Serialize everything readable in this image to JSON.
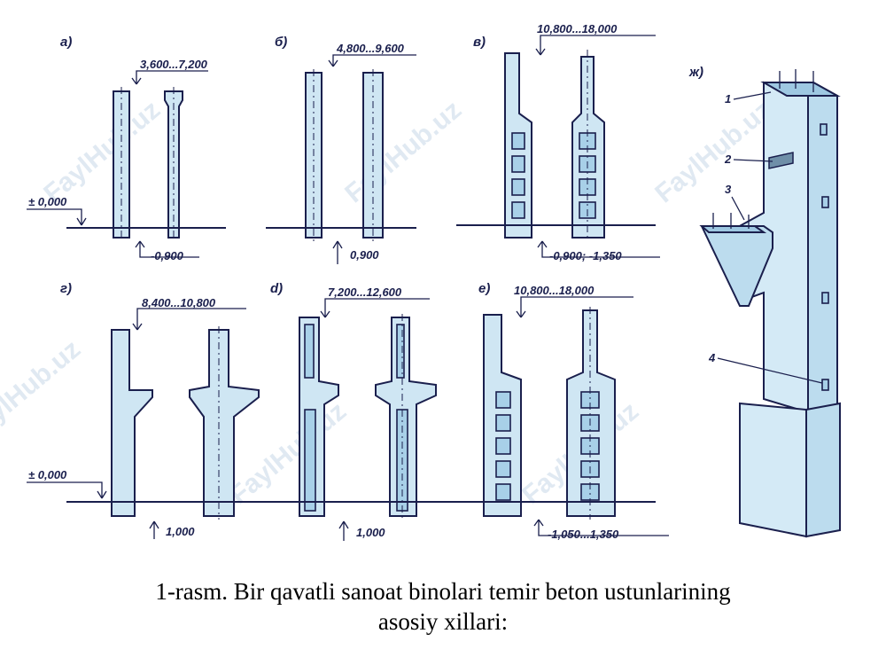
{
  "panels": {
    "a": {
      "label": "а)",
      "dim_top": "3,600...7,200",
      "dim_bottom": "-0,900",
      "level": "± 0,000"
    },
    "b": {
      "label": "б)",
      "dim_top": "4,800...9,600",
      "dim_bottom": "0,900"
    },
    "v": {
      "label": "в)",
      "dim_top": "10,800...18,000",
      "dim_bottom": "-0,900; -1,350"
    },
    "g": {
      "label": "г)",
      "dim_top": "8,400...10,800",
      "dim_bottom": "1,000",
      "level": "± 0,000"
    },
    "d": {
      "label": "d)",
      "dim_top": "7,200...12,600",
      "dim_bottom": "1,000"
    },
    "e": {
      "label": "е)",
      "dim_top": "10,800...18,000",
      "dim_bottom": "-1,050...1,350"
    },
    "zh": {
      "label": "ж)",
      "callouts": [
        "1",
        "2",
        "3",
        "4"
      ]
    }
  },
  "watermark": "FaylHub.uz",
  "caption": {
    "line1": "1-rasm. Bir qavatli sanoat binolari temir beton ustunlarining",
    "line2": "asosiy xillari:"
  }
}
